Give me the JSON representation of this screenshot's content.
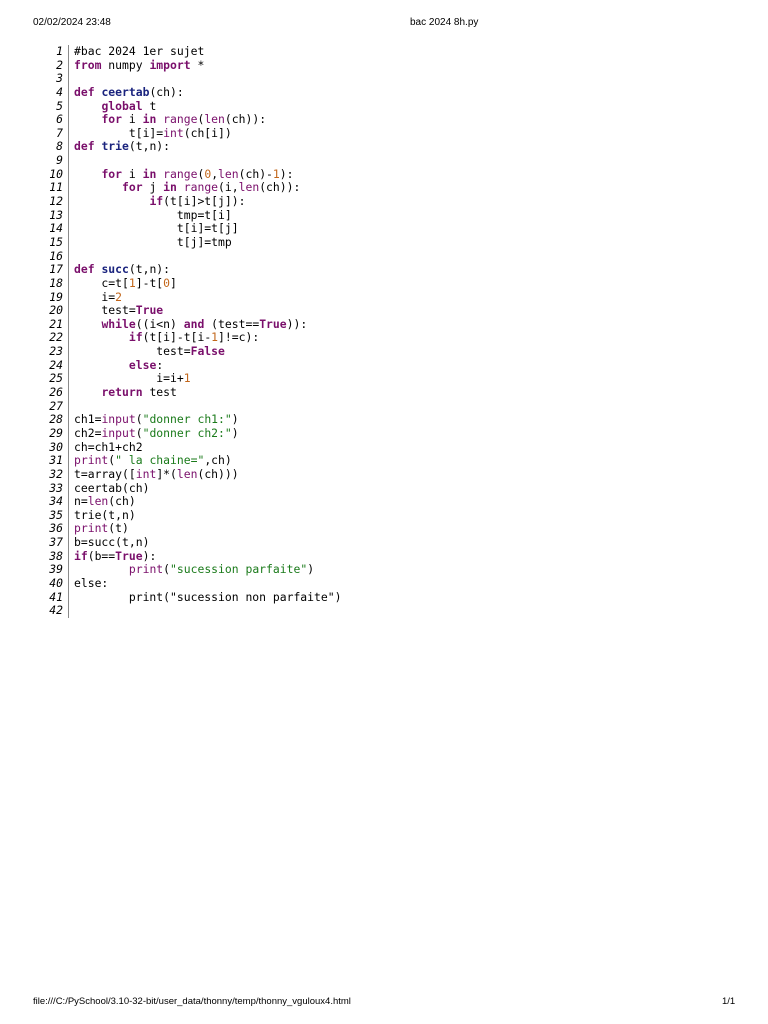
{
  "header": {
    "date": "02/02/2024 23:48",
    "title": "bac 2024 8h.py"
  },
  "footer": {
    "path": "file:///C:/PySchool/3.10-32-bit/user_data/thonny/temp/thonny_vguloux4.html",
    "page": "1/1"
  },
  "code_lines": [
    [
      [
        "#bac 2024 1er sujet",
        ""
      ]
    ],
    [
      [
        "from",
        "k"
      ],
      [
        " numpy ",
        ""
      ],
      [
        "import",
        "k"
      ],
      [
        " *",
        ""
      ]
    ],
    [],
    [
      [
        "def",
        "k"
      ],
      [
        " ",
        ""
      ],
      [
        "ceertab",
        "fn"
      ],
      [
        "(ch):",
        ""
      ]
    ],
    [
      [
        "    ",
        ""
      ],
      [
        "global",
        "k"
      ],
      [
        " t",
        ""
      ]
    ],
    [
      [
        "    ",
        ""
      ],
      [
        "for",
        "k"
      ],
      [
        " i ",
        ""
      ],
      [
        "in",
        "k"
      ],
      [
        " ",
        ""
      ],
      [
        "range",
        "b"
      ],
      [
        "(",
        ""
      ],
      [
        "len",
        "b"
      ],
      [
        "(ch)):",
        ""
      ]
    ],
    [
      [
        "        t[i]=",
        ""
      ],
      [
        "int",
        "b"
      ],
      [
        "(ch[i])",
        ""
      ]
    ],
    [
      [
        "def",
        "k"
      ],
      [
        " ",
        ""
      ],
      [
        "trie",
        "fn"
      ],
      [
        "(t,n):",
        ""
      ]
    ],
    [],
    [
      [
        "    ",
        ""
      ],
      [
        "for",
        "k"
      ],
      [
        " i ",
        ""
      ],
      [
        "in",
        "k"
      ],
      [
        " ",
        ""
      ],
      [
        "range",
        "b"
      ],
      [
        "(",
        ""
      ],
      [
        "0",
        "n"
      ],
      [
        ",",
        ""
      ],
      [
        "len",
        "b"
      ],
      [
        "(ch)-",
        ""
      ],
      [
        "1",
        "n"
      ],
      [
        "):",
        ""
      ]
    ],
    [
      [
        "       ",
        ""
      ],
      [
        "for",
        "k"
      ],
      [
        " j ",
        ""
      ],
      [
        "in",
        "k"
      ],
      [
        " ",
        ""
      ],
      [
        "range",
        "b"
      ],
      [
        "(i,",
        ""
      ],
      [
        "len",
        "b"
      ],
      [
        "(ch)):",
        ""
      ]
    ],
    [
      [
        "           ",
        ""
      ],
      [
        "if",
        "k"
      ],
      [
        "(t[i]>t[j]):",
        ""
      ]
    ],
    [
      [
        "               tmp=t[i]",
        ""
      ]
    ],
    [
      [
        "               t[i]=t[j]",
        ""
      ]
    ],
    [
      [
        "               t[j]=tmp",
        ""
      ]
    ],
    [],
    [
      [
        "def",
        "k"
      ],
      [
        " ",
        ""
      ],
      [
        "succ",
        "fn"
      ],
      [
        "(t,n):",
        ""
      ]
    ],
    [
      [
        "    c=t[",
        ""
      ],
      [
        "1",
        "n"
      ],
      [
        "]-t[",
        ""
      ],
      [
        "0",
        "n"
      ],
      [
        "]",
        ""
      ]
    ],
    [
      [
        "    i=",
        ""
      ],
      [
        "2",
        "n"
      ]
    ],
    [
      [
        "    test=",
        ""
      ],
      [
        "True",
        "k"
      ]
    ],
    [
      [
        "    ",
        ""
      ],
      [
        "while",
        "k"
      ],
      [
        "((i<n) ",
        ""
      ],
      [
        "and",
        "k"
      ],
      [
        " (test==",
        ""
      ],
      [
        "True",
        "k"
      ],
      [
        ")):",
        ""
      ]
    ],
    [
      [
        "        ",
        ""
      ],
      [
        "if",
        "k"
      ],
      [
        "(t[i]-t[i-",
        ""
      ],
      [
        "1",
        "n"
      ],
      [
        "]!=c):",
        ""
      ]
    ],
    [
      [
        "            test=",
        ""
      ],
      [
        "False",
        "k"
      ]
    ],
    [
      [
        "        ",
        ""
      ],
      [
        "else",
        "k"
      ],
      [
        ":",
        ""
      ]
    ],
    [
      [
        "            i=i+",
        ""
      ],
      [
        "1",
        "n"
      ]
    ],
    [
      [
        "    ",
        ""
      ],
      [
        "return",
        "k"
      ],
      [
        " test",
        ""
      ]
    ],
    [],
    [
      [
        "ch1=",
        ""
      ],
      [
        "input",
        "b"
      ],
      [
        "(",
        ""
      ],
      [
        "\"donner ch1:\"",
        "s"
      ],
      [
        ")",
        ""
      ]
    ],
    [
      [
        "ch2=",
        ""
      ],
      [
        "input",
        "b"
      ],
      [
        "(",
        ""
      ],
      [
        "\"donner ch2:\"",
        "s"
      ],
      [
        ")",
        ""
      ]
    ],
    [
      [
        "ch=ch1+ch2",
        ""
      ]
    ],
    [
      [
        "print",
        "b"
      ],
      [
        "(",
        ""
      ],
      [
        "\" la chaine=\"",
        "s"
      ],
      [
        ",ch)",
        ""
      ]
    ],
    [
      [
        "t=array([",
        ""
      ],
      [
        "int",
        "b"
      ],
      [
        "]*(",
        ""
      ],
      [
        "len",
        "b"
      ],
      [
        "(ch)))",
        ""
      ]
    ],
    [
      [
        "ceertab(ch)",
        ""
      ]
    ],
    [
      [
        "n=",
        ""
      ],
      [
        "len",
        "b"
      ],
      [
        "(ch)",
        ""
      ]
    ],
    [
      [
        "trie(t,n)",
        ""
      ]
    ],
    [
      [
        "print",
        "b"
      ],
      [
        "(t)",
        ""
      ]
    ],
    [
      [
        "b=succ(t,n)",
        ""
      ]
    ],
    [
      [
        "if",
        "k"
      ],
      [
        "(b==",
        ""
      ],
      [
        "True",
        "k"
      ],
      [
        "):",
        ""
      ]
    ],
    [
      [
        "        ",
        ""
      ],
      [
        "print",
        "b"
      ],
      [
        "(",
        ""
      ],
      [
        "\"sucession parfaite\"",
        "s"
      ],
      [
        ")",
        ""
      ]
    ],
    [
      [
        "else:",
        ""
      ]
    ],
    [
      [
        "        print(\"sucession non parfaite\")",
        ""
      ]
    ],
    []
  ]
}
